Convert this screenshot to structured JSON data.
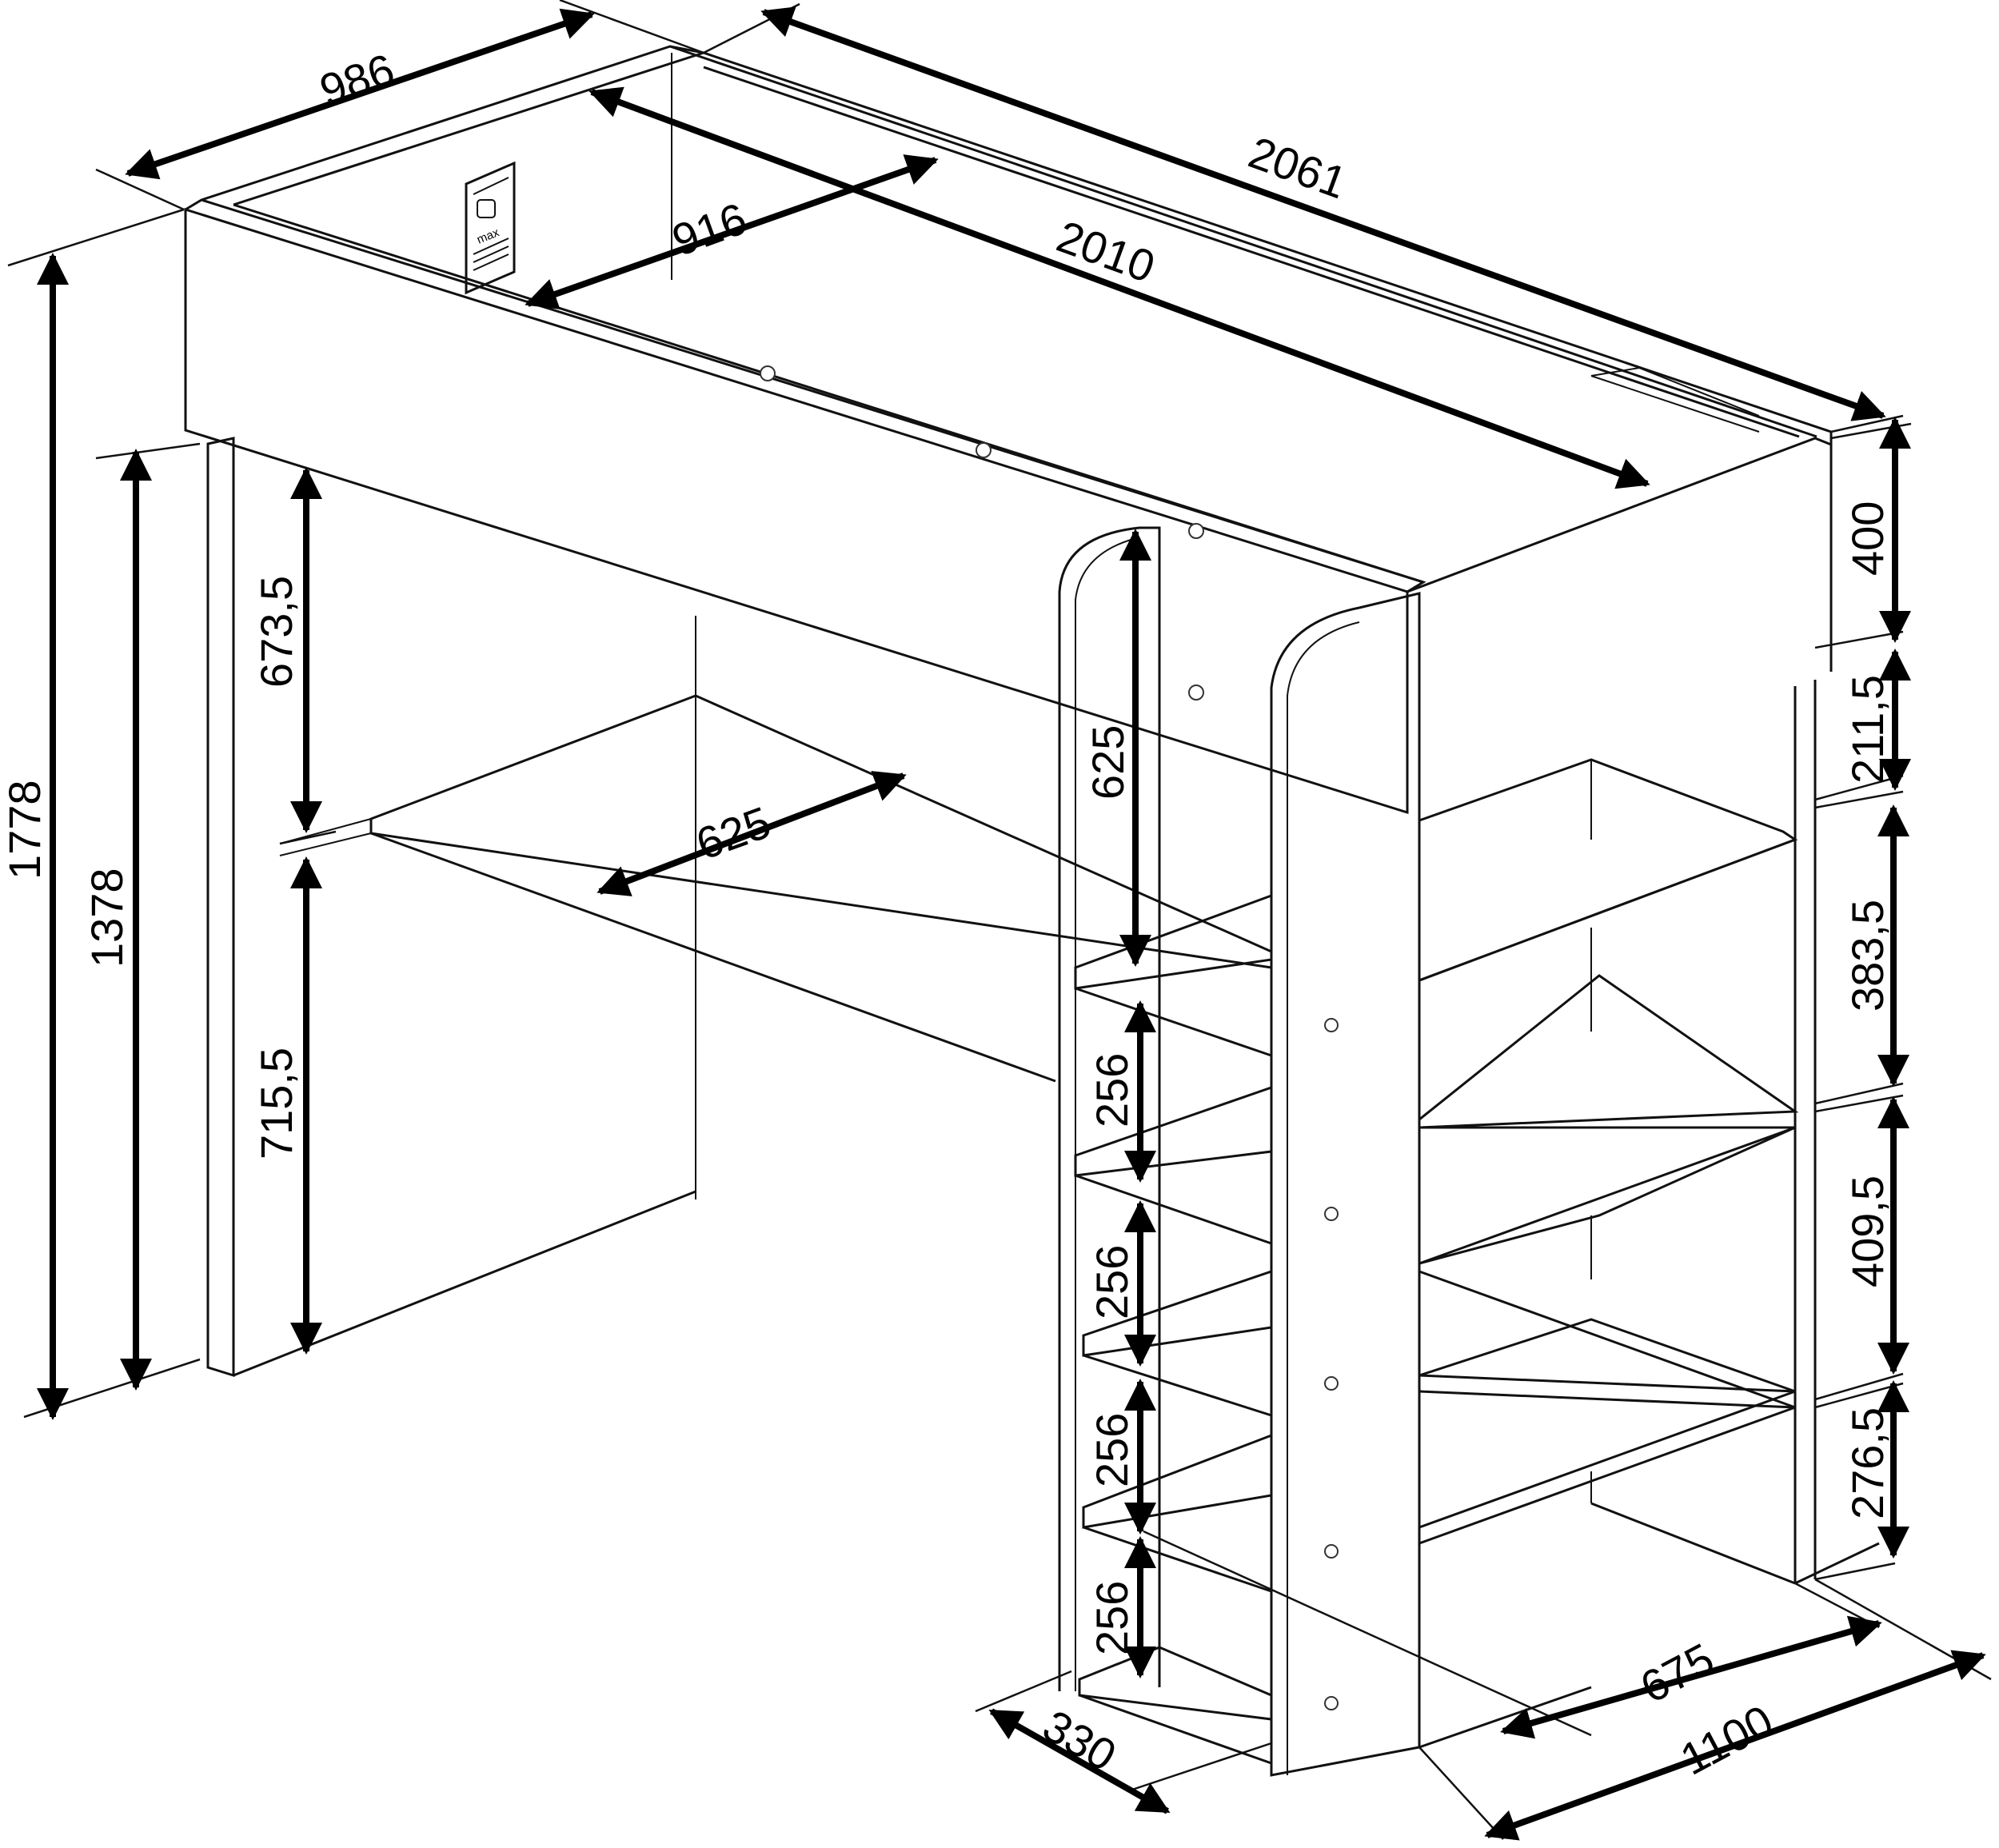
{
  "diagram": {
    "subject": "Loft bed with desk, ladder and shelving unit",
    "units": "mm",
    "label": {
      "brand": "max"
    },
    "dimensions": {
      "overall_depth": "986",
      "overall_length": "2061",
      "inner_length": "2010",
      "inner_depth": "916",
      "total_height": "1778",
      "under_bed_height": "1378",
      "desk_top_to_frame": "673,5",
      "desk_height": "715,5",
      "desk_depth": "625",
      "ladder_top_step": "625",
      "ladder_step_1": "256",
      "ladder_step_2": "256",
      "ladder_step_3": "256",
      "ladder_step_4": "256",
      "ladder_width": "330",
      "shelf_guard_height": "400",
      "shelf_top_gap": "211,5",
      "shelf_gap_1": "383,5",
      "shelf_gap_2": "409,5",
      "shelf_bottom_gap": "276,5",
      "shelf_depth": "675",
      "shelf_unit_depth": "1100"
    }
  }
}
